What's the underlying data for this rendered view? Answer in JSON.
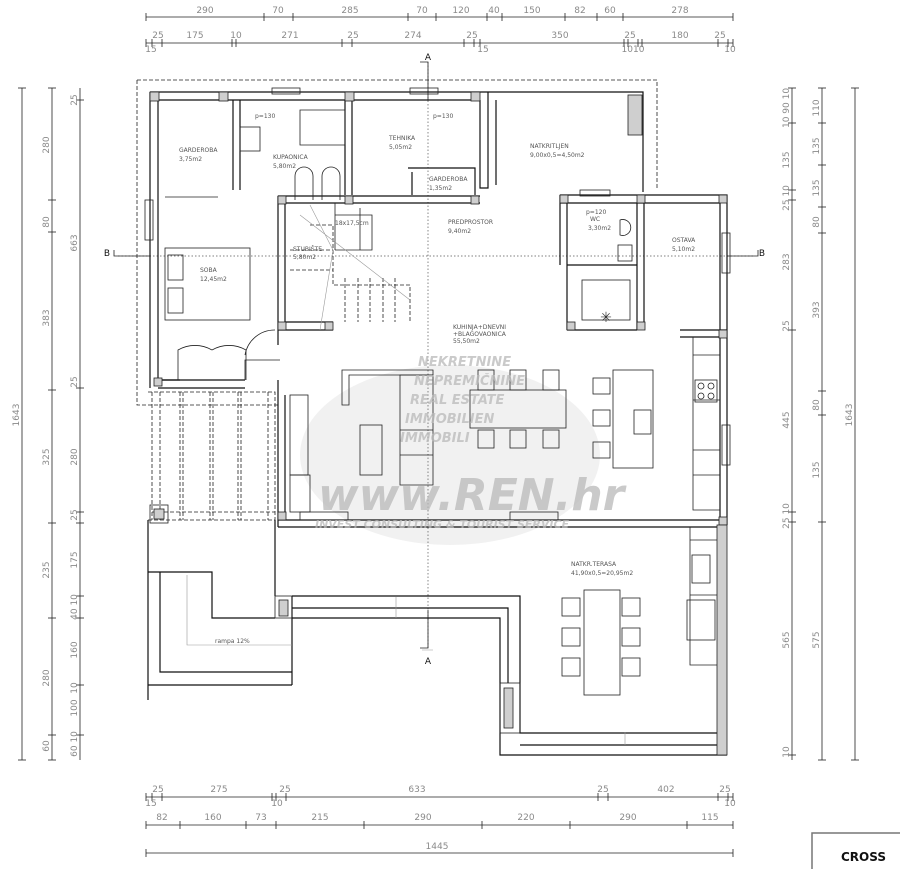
{
  "drawing": {
    "title_block": "CROSS",
    "section_marks": {
      "a_top": "A",
      "a_bottom": "A",
      "b_left": "B",
      "b_right": "B"
    },
    "top_dims_row1": [
      "290",
      "70",
      "285",
      "70",
      "120",
      "40",
      "150",
      "82",
      "60",
      "278"
    ],
    "top_dims_row2": [
      "25",
      "175",
      "10",
      "271",
      "25",
      "274",
      "25",
      "350",
      "25",
      "180",
      "25"
    ],
    "top_dims_row2_sub": [
      "15",
      "15",
      "1010",
      "10"
    ],
    "bottom_dims_row1": [
      "25",
      "275",
      "25",
      "633",
      "25",
      "402",
      "25"
    ],
    "bottom_dims_row1_sub": [
      "15",
      "10",
      "10"
    ],
    "bottom_dims_row2": [
      "82",
      "160",
      "73",
      "215",
      "290",
      "220",
      "290",
      "115"
    ],
    "bottom_total": "1445",
    "left_total": "1643",
    "left_dims_col2": [
      "280",
      "80",
      "383",
      "325",
      "235",
      "280",
      "60"
    ],
    "left_dims_col3": [
      "25",
      "663",
      "25",
      "280",
      "25",
      "175",
      "40 10",
      "160",
      "10",
      "100",
      "60 10"
    ],
    "right_dims_col1": [
      "10 90 10",
      "135",
      "25 10",
      "283",
      "25",
      "445",
      "25 10",
      "565",
      "10"
    ],
    "right_dims_col2": [
      "110",
      "135",
      "135",
      "80",
      "393",
      "80",
      "135",
      "575"
    ],
    "right_total": "1643",
    "rooms": [
      {
        "name": "GARDEROBA",
        "area": "3,75m2"
      },
      {
        "name": "KUPAONICA",
        "area": "5,80m2"
      },
      {
        "name": "TEHNIKA",
        "area": "5,05m2"
      },
      {
        "name": "GARDEROBA",
        "area": "1,35m2"
      },
      {
        "name": "NATKRITLJEN",
        "area": "9,00x0,5=4,50m2"
      },
      {
        "name": "PREDPROSTOR",
        "area": "9,40m2"
      },
      {
        "name": "STUBIŠTE",
        "area": "5,80m2"
      },
      {
        "name": "SOBA",
        "area": "12,45m2"
      },
      {
        "name": "WC",
        "area": "3,30m2"
      },
      {
        "name": "OSTAVA",
        "area": "5,10m2"
      },
      {
        "name": "KUHINJA+DNEVNI",
        "name2": "+BLAGOVAONICA",
        "area": "55,50m2"
      },
      {
        "name": "NATKR.TERASA",
        "area": "41,90x0,5=20,95m2"
      }
    ],
    "stair_note": "18x17,5cm",
    "ramp_note": "rampa 12%",
    "parapet_notes": [
      "p=130",
      "p=130",
      "p=120"
    ]
  },
  "watermark": {
    "lines": [
      "NEKRETNINE",
      "NEPREMIČNINE",
      "REAL ESTATE",
      "IMMOBILIEN",
      "IMMOBILI"
    ],
    "logo": "www.REN.hr",
    "tagline": "INVEST CONSULTING & TOURIST SERVICE"
  }
}
